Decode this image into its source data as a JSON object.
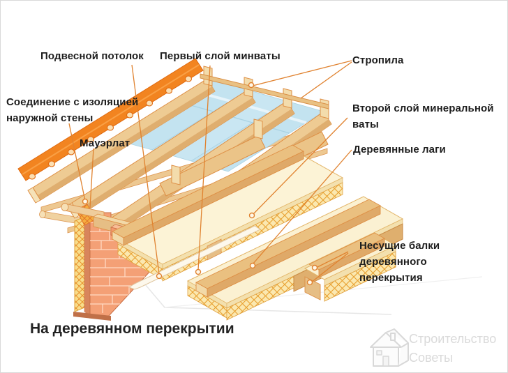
{
  "diagram": {
    "title": "На деревянном перекрытии",
    "labels": {
      "suspended_ceiling": "Подвесной потолок",
      "first_minwool": "Первый слой минваты",
      "rafters": "Стропила",
      "wall_joint_line1": "Соединение с изоляцией",
      "wall_joint_line2": "наружной стены",
      "mauerlat": "Мауэрлат",
      "second_minwool_line1": "Второй слой минеральной",
      "second_minwool_line2": "ваты",
      "wooden_lags": "Деревянные лаги",
      "beams_line1": "Несущие балки",
      "beams_line2": "деревянного",
      "beams_line3": "перекрытия"
    },
    "watermark": {
      "icon": "house-icon",
      "line1": "Строительство",
      "line2": "Советы"
    },
    "colors": {
      "label_text": "#1d1d1d",
      "leader_line": "#e0822f",
      "wood_light": "#eecb93",
      "wood_dark": "#dfae6f",
      "wood_outline": "#de8f45",
      "roof_tile_orange": "#f28420",
      "insulation_yellow": "#fbe8b0",
      "insulation_hatch": "#e8a030",
      "vapor_film_blue": "#c3e3f0",
      "slab_cream": "#fcf3d6",
      "brick_face": "#f4a076",
      "watermark_gray": "#dadada",
      "background": "#ffffff"
    }
  }
}
